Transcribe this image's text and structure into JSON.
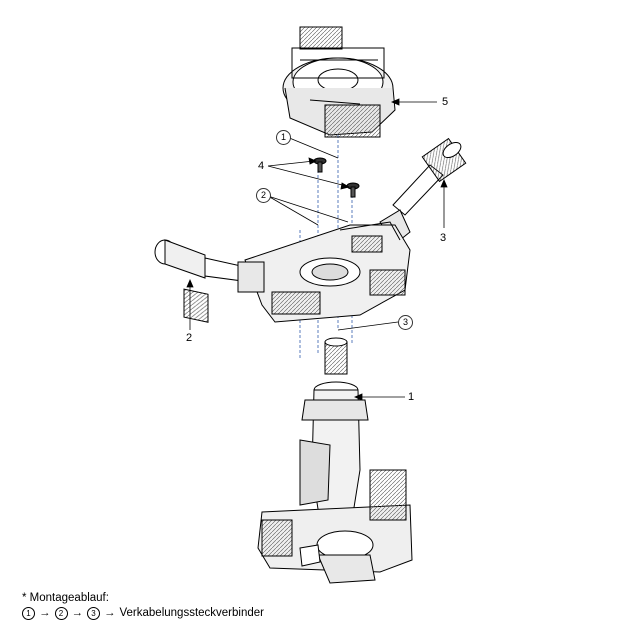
{
  "labels": {
    "part1": "1",
    "part2_left": "2",
    "part3": "3",
    "part4": "4",
    "part5": "5",
    "step1": "1",
    "step2": "2",
    "step3": "3"
  },
  "note": {
    "title": "* Montageablauf:",
    "steps": [
      "1",
      "2",
      "3"
    ],
    "arrow": "→",
    "final": "Verkabelungssteckverbinder"
  }
}
